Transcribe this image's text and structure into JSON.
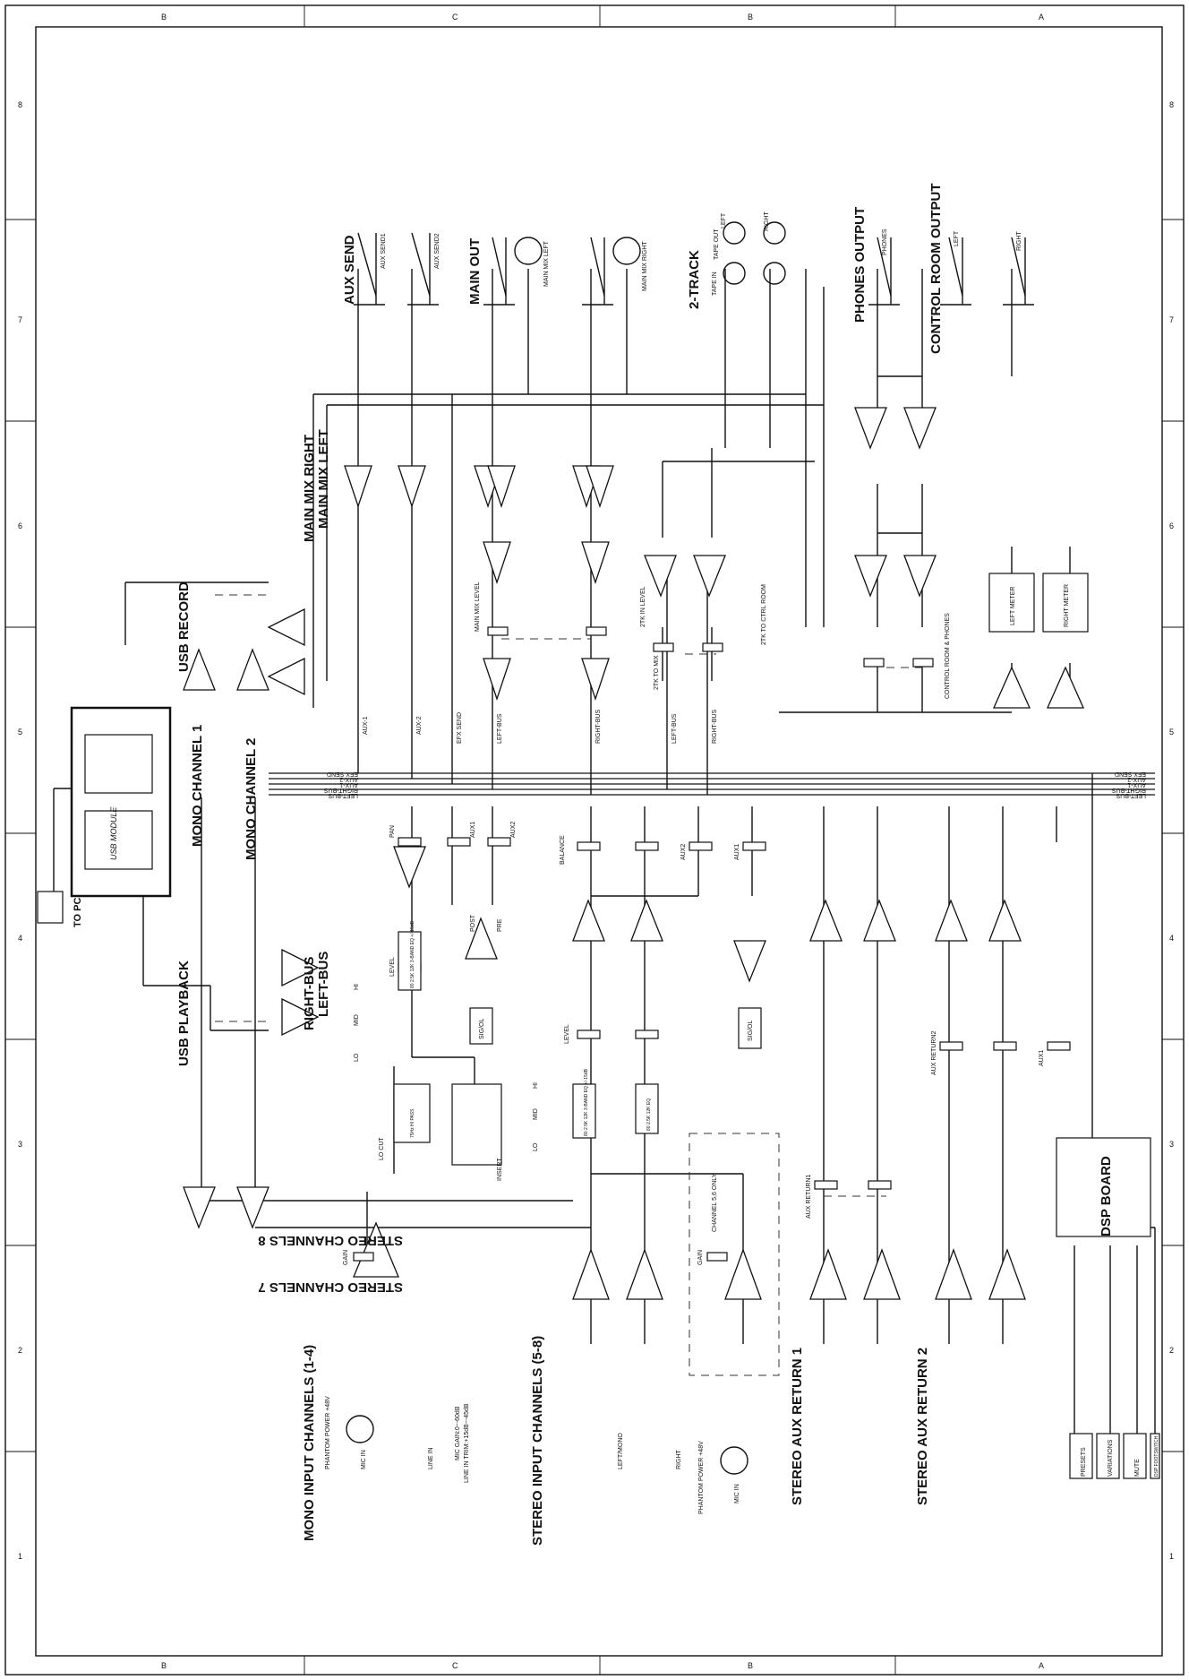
{
  "frame": {
    "row_labels": [
      "B",
      "C",
      "B",
      "A"
    ],
    "col_labels": [
      "8",
      "7",
      "6",
      "5",
      "4",
      "3",
      "2",
      "1"
    ]
  },
  "sections": {
    "aux_send": "AUX SEND",
    "main_out": "MAIN OUT",
    "two_track": "2-TRACK",
    "phones_output": "PHONES OUTPUT",
    "control_room_output": "CONTROL ROOM OUTPUT",
    "main_mix_right": "MAIN MIX RIGHT",
    "main_mix_left": "MAIN MIX LEFT",
    "usb_record": "USB RECORD",
    "mono_channel_1": "MONO CHANNEL 1",
    "mono_channel_2": "MONO CHANNEL 2",
    "usb_playback": "USB PLAYBACK",
    "right_bus": "RIGHT-BUS",
    "left_bus": "LEFT-BUS",
    "stereo_channels_8": "STEREO CHANNELS 8",
    "stereo_channels_7": "STEREO CHANNELS 7",
    "mono_input_channels": "MONO INPUT CHANNELS (1-4)",
    "stereo_input_channels": "STEREO INPUT CHANNELS (5-8)",
    "stereo_aux_return_1": "STEREO AUX RETURN 1",
    "stereo_aux_return_2": "STEREO AUX RETURN 2",
    "dsp_board": "DSP BOARD",
    "to_pc": "TO PC",
    "usb_module": "USB MODULE"
  },
  "jack_labels": {
    "aux_send1": "AUX SEND1",
    "aux_send2": "AUX SEND2",
    "main_mix_left": "MAIN MIX LEFT",
    "main_mix_right": "MAIN MIX RIGHT",
    "tape_in": "TAPE IN",
    "tape_out": "TAPE OUT",
    "left": "LEFT",
    "right": "RIGHT",
    "phones": "PHONES"
  },
  "bus_labels": [
    "EFX SEND",
    "AUX-2",
    "AUX-1",
    "RIGHT-BUS",
    "LEFT-BUS"
  ],
  "vertical_bus_tags": [
    "AUX-1",
    "AUX-2",
    "EFX SEND",
    "LEFT-BUS",
    "RIGHT-BUS",
    "LEFT-BUS",
    "RIGHT-BUS"
  ],
  "controls": {
    "main_mix_level": "MAIN MIX LEVEL",
    "two_tk_in_level": "2TK IN LEVEL",
    "two_tk_to_mix": "2TK TO MIX",
    "two_tk_to_ctrl_room": "2TK TO CTRL ROOM",
    "control_room_phones": "CONTROL ROOM & PHONES",
    "left_meter": "LEFT METER",
    "right_meter": "RIGHT METER",
    "pan": "PAN",
    "aux1": "AUX1",
    "aux2": "AUX2",
    "post": "POST",
    "pre": "PRE",
    "level": "LEVEL",
    "balance": "BALANCE",
    "signal": "SIG/OL",
    "aux_return_1": "AUX RETURN1",
    "aux_return_2": "AUX RETURN2",
    "gain": "GAIN",
    "lo_cut": "LO CUT",
    "insert": "INSERT",
    "eq_mono": "80 2.5K 12K 3-BAND EQ +/-15dB",
    "eq_stereo_a": "80 2.5K 12K 3-BAND EQ +/-15dB",
    "eq_stereo_b": "80 2.5K 12K EQ",
    "hi": "HI",
    "mid": "MID",
    "lo": "LO",
    "channel_5_6_only": "CHANNEL 5,6 ONLY",
    "phantom_power": "PHANTOM POWER +48V",
    "mic_gain": "MIC GAIN:0~-60dB",
    "line_in_trim": "LINE IN TRIM:+15dB~-45dB",
    "mic_in": "MIC IN",
    "line_in": "LINE IN",
    "left_mono": "LEFT/MONO",
    "right": "RIGHT",
    "presets": "PRESETS",
    "variations": "VARIATIONS",
    "mute": "MUTE",
    "dsp_footswitch": "DSP FOOTSWITCH",
    "hpf": "75Hz HI PASS"
  }
}
